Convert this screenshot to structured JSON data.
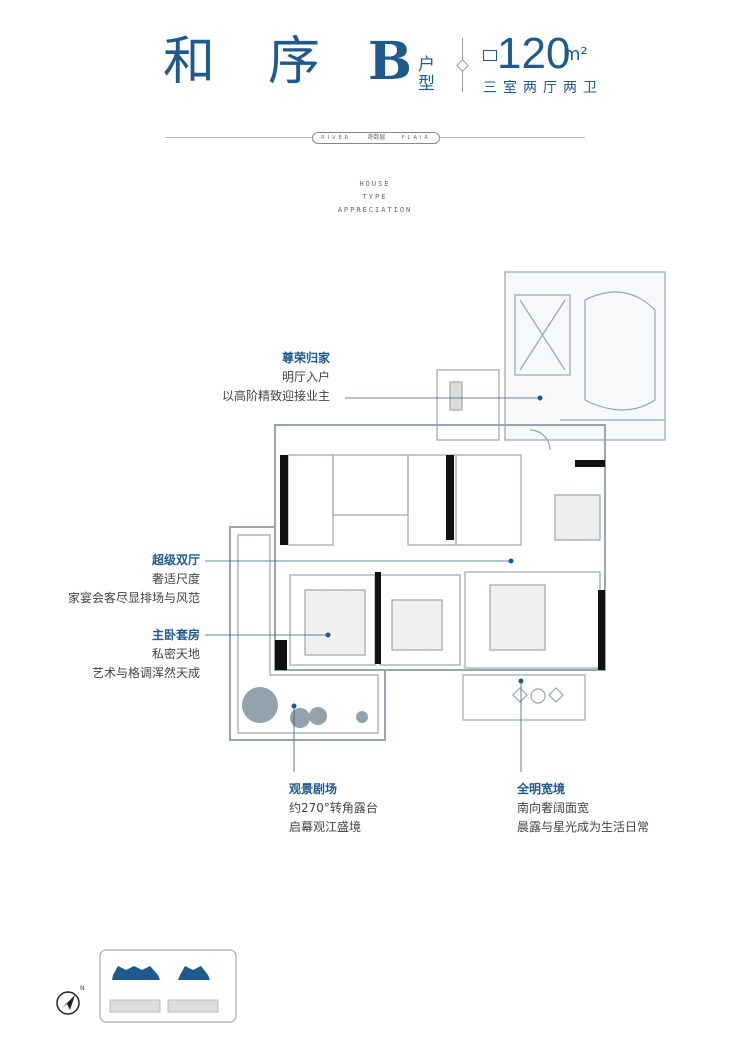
{
  "header": {
    "name_char_1": "和",
    "name_char_2": "序",
    "type_letter": "B",
    "type_suffix_1": "户",
    "type_suffix_2": "型",
    "area_value": "120",
    "area_unit": "m²",
    "layout": "三室两厅两卫"
  },
  "brand": {
    "left": "RIVER",
    "center": "奇数层",
    "right": "FLAIR"
  },
  "section_label": [
    "HOUSE",
    "TYPE",
    "APPRECIATION"
  ],
  "callouts": [
    {
      "title": "尊荣归家",
      "lines": [
        "明厅入户",
        "以高阶精致迎接业主"
      ]
    },
    {
      "title": "超级双厅",
      "lines": [
        "奢适尺度",
        "家宴会客尽显排场与风范"
      ]
    },
    {
      "title": "主卧套房",
      "lines": [
        "私密天地",
        "艺术与格调浑然天成"
      ]
    },
    {
      "title": "观景剧场",
      "lines": [
        "约270°转角露台",
        "启幕观江盛境"
      ]
    },
    {
      "title": "全明宽境",
      "lines": [
        "南向奢阔面宽",
        "晨露与星光成为生活日常"
      ]
    }
  ],
  "compass": {
    "label": "N",
    "icon": "compass-north-arrow-icon"
  },
  "colors": {
    "accent": "#1f5a8c",
    "wall": "#111111",
    "line": "#9aa5b1"
  }
}
